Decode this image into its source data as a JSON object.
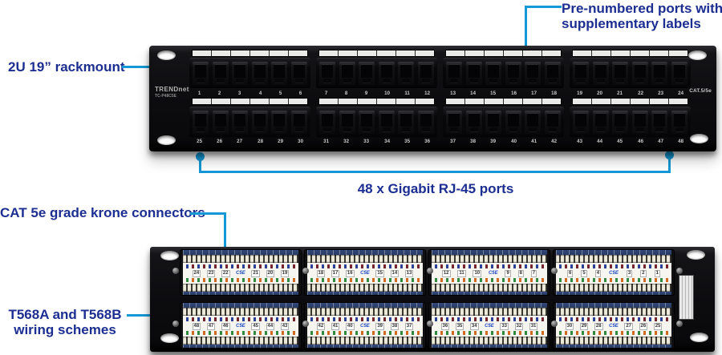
{
  "theme": {
    "accent_line_color": "#1599d6",
    "callout_text_color": "#1c2e91"
  },
  "callouts": {
    "rackmount": {
      "label": "2U 19” rackmount"
    },
    "prenumbered": {
      "line1": "Pre-numbered ports with",
      "line2": "supplementary labels"
    },
    "gigabit": {
      "label": "48 x Gigabit RJ-45 ports"
    },
    "krone": {
      "label": "CAT 5e grade krone connectors"
    },
    "wiring": {
      "line1": "T568A and T568B",
      "line2": "wiring schemes"
    }
  },
  "front_panel": {
    "brand": "TRENDnet",
    "model": "TC-P48C5E",
    "standard_label": "CAT.5/5e",
    "rows": [
      [
        "1",
        "2",
        "3",
        "4",
        "5",
        "6",
        "7",
        "8",
        "9",
        "10",
        "11",
        "12",
        "13",
        "14",
        "15",
        "16",
        "17",
        "18",
        "19",
        "20",
        "21",
        "22",
        "23",
        "24"
      ],
      [
        "25",
        "26",
        "27",
        "28",
        "29",
        "30",
        "31",
        "32",
        "33",
        "34",
        "35",
        "36",
        "37",
        "38",
        "39",
        "40",
        "41",
        "42",
        "43",
        "44",
        "45",
        "46",
        "47",
        "48"
      ]
    ]
  },
  "rear_panel": {
    "wiring_mark": "C5E",
    "blocks": [
      [
        [
          "24",
          "23",
          "22",
          "C5E",
          "21",
          "20",
          "19"
        ],
        [
          "18",
          "17",
          "16",
          "C5E",
          "15",
          "14",
          "13"
        ],
        [
          "12",
          "11",
          "10",
          "C5E",
          "9",
          "8",
          "7"
        ],
        [
          "6",
          "5",
          "4",
          "C5E",
          "3",
          "2",
          "1"
        ]
      ],
      [
        [
          "48",
          "47",
          "46",
          "C5E",
          "45",
          "44",
          "43"
        ],
        [
          "42",
          "41",
          "40",
          "C5E",
          "39",
          "38",
          "37"
        ],
        [
          "36",
          "35",
          "34",
          "C5E",
          "33",
          "32",
          "31"
        ],
        [
          "30",
          "29",
          "28",
          "C5E",
          "27",
          "26",
          "25"
        ]
      ]
    ],
    "label_colors": {
      "top_pair": [
        "#2b3f94",
        "#74242e"
      ],
      "bottom_pair": [
        "#2f8a40",
        "#d06a20"
      ]
    }
  }
}
